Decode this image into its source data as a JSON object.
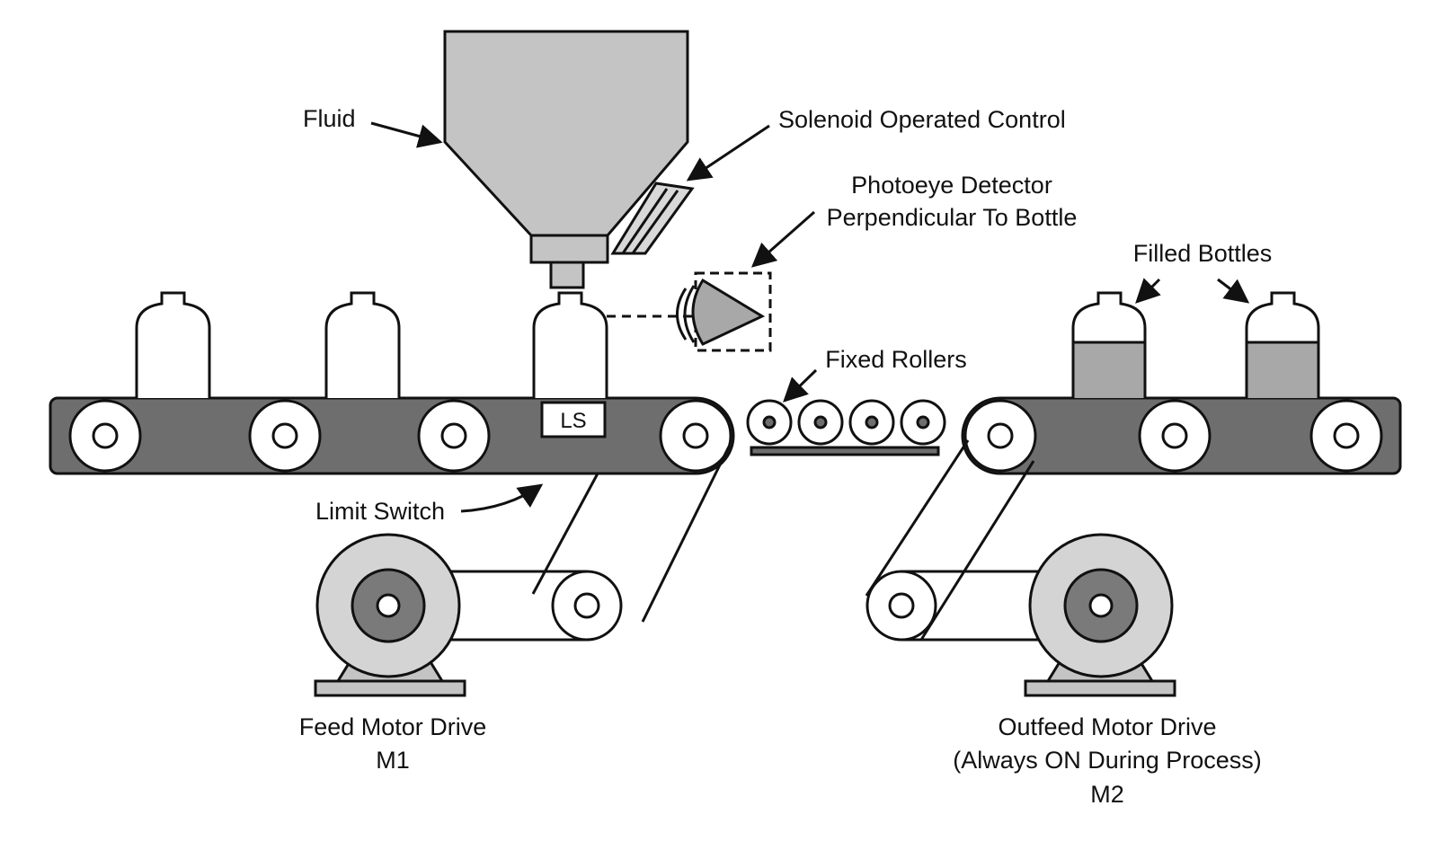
{
  "labels": {
    "fluid": "Fluid",
    "solenoid": "Solenoid Operated Control",
    "photoeye_line1": "Photoeye Detector",
    "photoeye_line2": "Perpendicular To Bottle",
    "filled_bottles": "Filled Bottles",
    "fixed_rollers": "Fixed Rollers",
    "limit_switch_box": "LS",
    "limit_switch": "Limit Switch",
    "feed_motor_line1": "Feed Motor Drive",
    "feed_motor_line2": "M1",
    "outfeed_motor_line1": "Outfeed Motor Drive",
    "outfeed_motor_line2": "(Always ON During Process)",
    "outfeed_motor_line3": "M2"
  },
  "colors": {
    "belt": "#6e6e6e",
    "hopper": "#c4c4c4",
    "fluid_fill": "#a8a8a8",
    "motor_outer": "#d4d4d4",
    "motor_hub": "#7a7a7a",
    "stroke": "#111111"
  }
}
